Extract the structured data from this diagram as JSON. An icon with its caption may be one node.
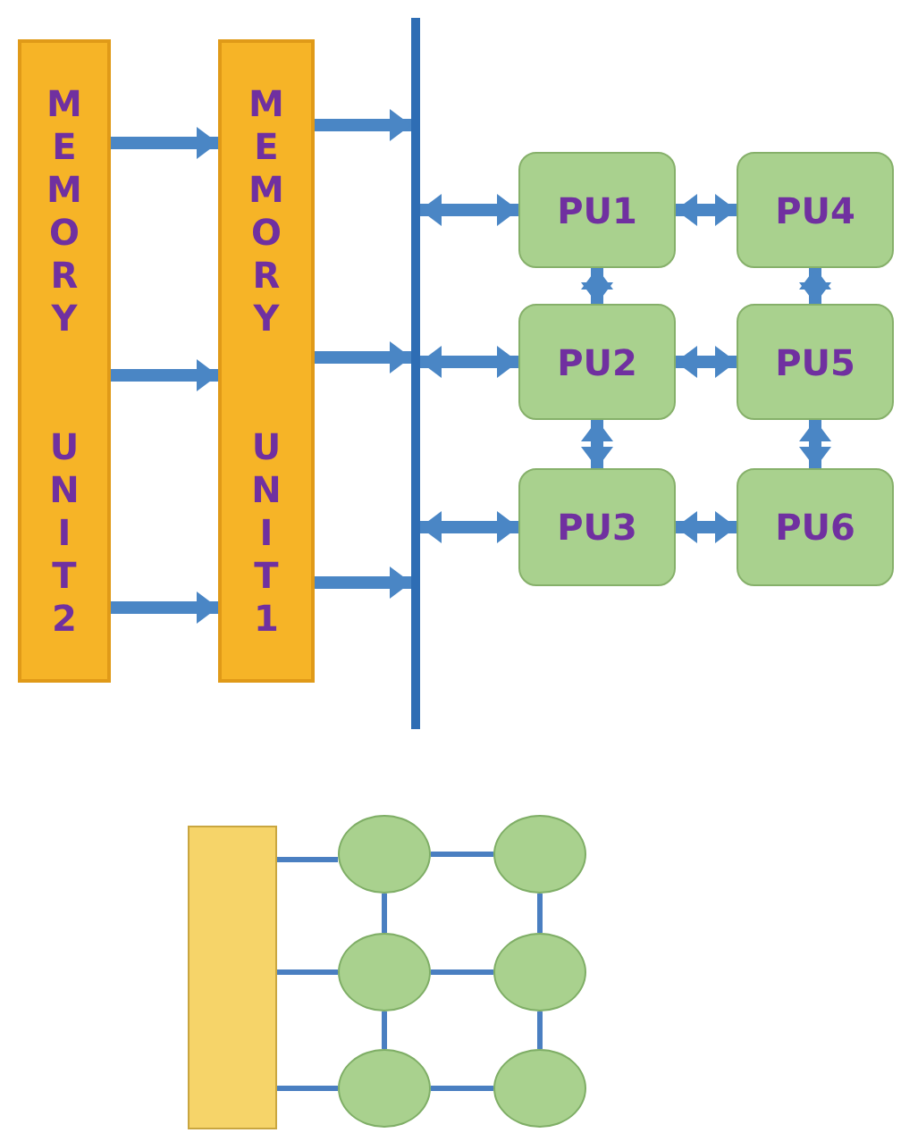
{
  "diagram": {
    "nodes": [
      {
        "text": [
          "MEMORY UNIT2"
        ]
      },
      {
        "text": [
          "MEMORY UNIT1"
        ]
      },
      {
        "text": [],
        "shape": "bar"
      },
      {
        "text": [
          "PU1"
        ]
      },
      {
        "text": [
          "PU4"
        ]
      },
      {
        "text": [
          "PU2"
        ]
      },
      {
        "text": [
          "PU5"
        ]
      },
      {
        "text": [
          "PU3"
        ]
      },
      {
        "text": [
          "PU6"
        ]
      },
      {
        "text": [],
        "shape": "box"
      },
      {
        "text": [],
        "shape": "circle"
      },
      {
        "text": [],
        "shape": "circle"
      },
      {
        "text": [],
        "shape": "circle"
      },
      {
        "text": [],
        "shape": "circle"
      },
      {
        "text": [],
        "shape": "circle"
      },
      {
        "text": [],
        "shape": "circle"
      }
    ],
    "edges": [
      {
        "from": 0,
        "to": 1,
        "arrow": "to"
      },
      {
        "from": 0,
        "to": 1,
        "arrow": "to"
      },
      {
        "from": 0,
        "to": 1,
        "arrow": "to"
      },
      {
        "from": 1,
        "to": 2,
        "arrow": "to"
      },
      {
        "from": 1,
        "to": 2,
        "arrow": "to"
      },
      {
        "from": 1,
        "to": 2,
        "arrow": "to"
      },
      {
        "from": 2,
        "to": 3,
        "arrow": "both"
      },
      {
        "from": 2,
        "to": 5,
        "arrow": "both"
      },
      {
        "from": 2,
        "to": 7,
        "arrow": "both"
      },
      {
        "from": 3,
        "to": 4,
        "arrow": "both"
      },
      {
        "from": 3,
        "to": 5,
        "arrow": "both"
      },
      {
        "from": 4,
        "to": 6,
        "arrow": "both"
      },
      {
        "from": 5,
        "to": 6,
        "arrow": "both"
      },
      {
        "from": 5,
        "to": 7,
        "arrow": "both"
      },
      {
        "from": 6,
        "to": 8,
        "arrow": "both"
      },
      {
        "from": 7,
        "to": 8,
        "arrow": "both"
      },
      {
        "from": 9,
        "to": 10,
        "arrow": "none"
      },
      {
        "from": 10,
        "to": 11,
        "arrow": "none"
      },
      {
        "from": 9,
        "to": 12,
        "arrow": "none"
      },
      {
        "from": 12,
        "to": 13,
        "arrow": "none"
      },
      {
        "from": 9,
        "to": 14,
        "arrow": "none"
      },
      {
        "from": 14,
        "to": 15,
        "arrow": "none"
      },
      {
        "from": 10,
        "to": 12,
        "arrow": "none"
      },
      {
        "from": 12,
        "to": 14,
        "arrow": "none"
      },
      {
        "from": 11,
        "to": 13,
        "arrow": "none"
      },
      {
        "from": 13,
        "to": 15,
        "arrow": "none"
      }
    ]
  }
}
